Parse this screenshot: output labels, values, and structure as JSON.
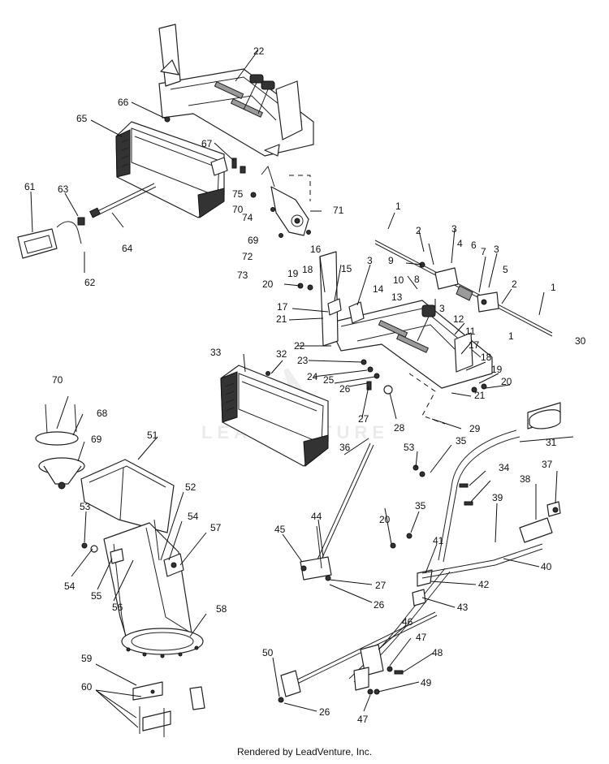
{
  "watermark": "LEADVENTURE",
  "footer": "Rendered by LeadVenture, Inc.",
  "callouts": [
    "1",
    "1",
    "1",
    "2",
    "2",
    "3",
    "3",
    "3",
    "3",
    "4",
    "5",
    "6",
    "7",
    "8",
    "9",
    "10",
    "11",
    "12",
    "13",
    "14",
    "15",
    "16",
    "17",
    "17",
    "18",
    "18",
    "19",
    "19",
    "20",
    "20",
    "20",
    "21",
    "21",
    "22",
    "22",
    "23",
    "24",
    "25",
    "26",
    "26",
    "26",
    "27",
    "27",
    "28",
    "29",
    "30",
    "31",
    "32",
    "33",
    "34",
    "35",
    "35",
    "36",
    "37",
    "38",
    "39",
    "40",
    "41",
    "42",
    "43",
    "44",
    "45",
    "46",
    "47",
    "47",
    "48",
    "49",
    "50",
    "51",
    "52",
    "53",
    "53",
    "54",
    "54",
    "55",
    "56",
    "57",
    "58",
    "59",
    "60",
    "61",
    "62",
    "63",
    "64",
    "65",
    "66",
    "67",
    "68",
    "69",
    "69",
    "70",
    "70",
    "71",
    "72",
    "73",
    "74",
    "75"
  ]
}
